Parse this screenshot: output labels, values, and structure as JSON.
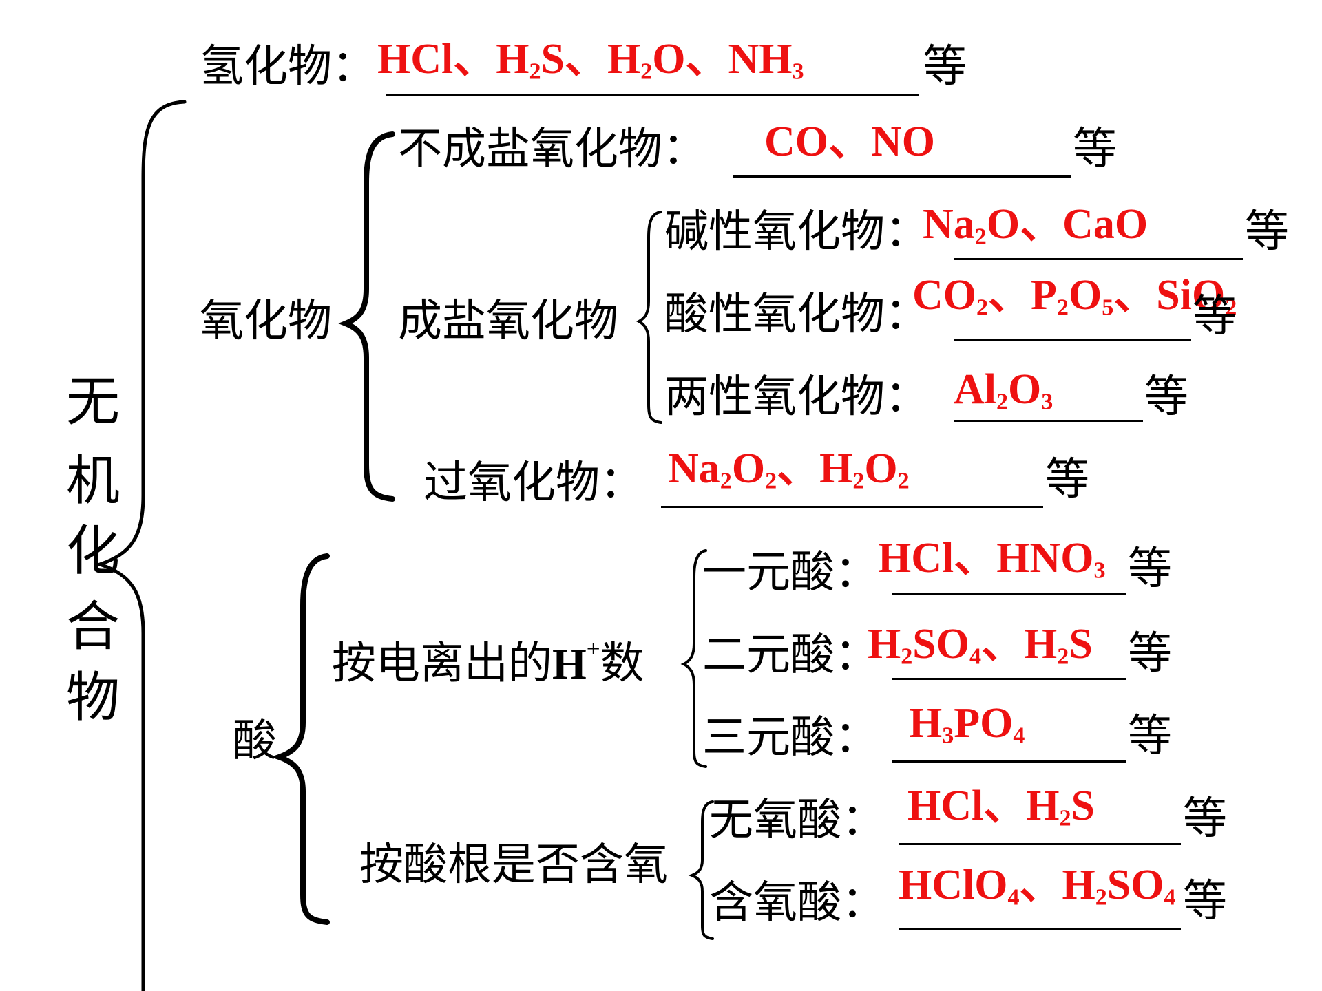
{
  "root": {
    "chars": [
      "无",
      "机",
      "化",
      "合",
      "物"
    ]
  },
  "deng": "等",
  "hydride": {
    "label": "氢化物：",
    "answer": [
      "HCl、H",
      "2",
      "S、H",
      "2",
      "O、NH",
      "3"
    ]
  },
  "oxide": {
    "label": "氧化物",
    "non_salt": {
      "label": "不成盐氧化物：",
      "answer": [
        "CO、NO"
      ]
    },
    "salt_forming": {
      "label": "成盐氧化物",
      "basic": {
        "label": "碱性氧化物：",
        "answer": [
          "Na",
          "2",
          "O、CaO"
        ]
      },
      "acidic": {
        "label": "酸性氧化物：",
        "answer": [
          "CO",
          "2",
          "、P",
          "2",
          "O",
          "5",
          "、SiO",
          "2"
        ]
      },
      "amphoteric": {
        "label": "两性氧化物：",
        "answer": [
          "Al",
          "2",
          "O",
          "3"
        ]
      }
    },
    "peroxide": {
      "label": "过氧化物：",
      "answer": [
        "Na",
        "2",
        "O",
        "2",
        "、H",
        "2",
        "O",
        "2"
      ]
    }
  },
  "acid": {
    "label": "酸",
    "by_h": {
      "label_prefix": "按电离出的",
      "label_h": "H",
      "label_sup": "+",
      "label_suffix": "数",
      "mono": {
        "label": "一元酸：",
        "answer": [
          "HCl、HNO",
          "3"
        ]
      },
      "di": {
        "label": "二元酸：",
        "answer": [
          "H",
          "2",
          "SO",
          "4",
          "、H",
          "2",
          "S"
        ]
      },
      "tri": {
        "label": "三元酸：",
        "answer": [
          "H",
          "3",
          "PO",
          "4"
        ]
      }
    },
    "by_oxygen": {
      "label": "按酸根是否含氧",
      "oxygen_free": {
        "label": "无氧酸：",
        "answer": [
          "HCl、H",
          "2",
          "S"
        ]
      },
      "oxygen_containing": {
        "label": "含氧酸：",
        "answer": [
          "HClO",
          "4",
          "、H",
          "2",
          "SO",
          "4"
        ]
      }
    }
  },
  "colors": {
    "answer": "#ee1111",
    "text": "#000000",
    "line": "#000000"
  }
}
